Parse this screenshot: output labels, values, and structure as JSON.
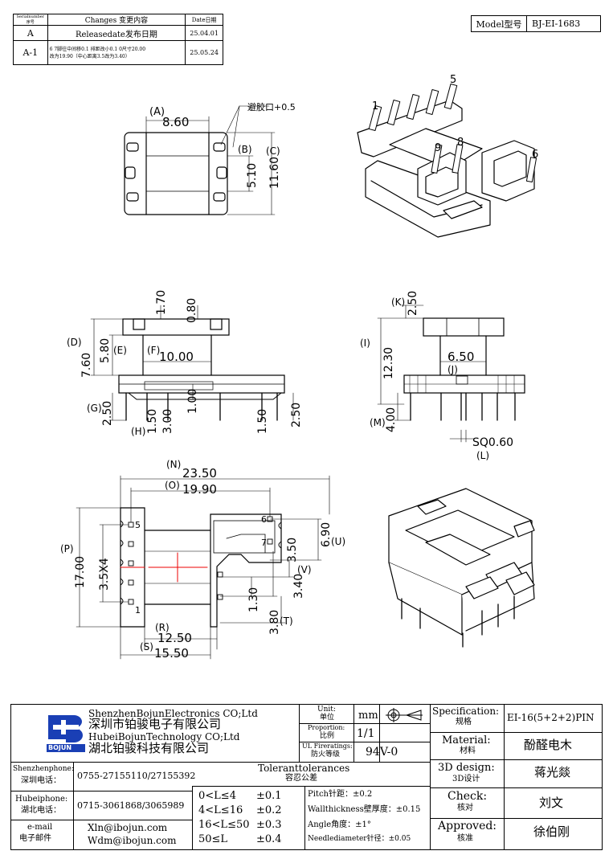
{
  "revision_table": {
    "headers": [
      "Serialnumber序号",
      "Changes 变更内容",
      "Date日期"
    ],
    "rows": [
      {
        "serial": "A",
        "change": "Releasedate发布日期",
        "date": "25.04.01"
      },
      {
        "serial": "A-1",
        "change_line1": "6 7脚往中间移0.1 排距改小0.1 0尺寸20.00",
        "change_line2": "改为19.90（中心距离3.5改为3.40）",
        "date": "25.05.24"
      }
    ]
  },
  "model": {
    "label": "Model型号",
    "value": "BJ-EI-1683"
  },
  "top_view": {
    "dims": {
      "A_label": "(A)",
      "A_value": "8.60",
      "note": "避胶口+0.5",
      "B_label": "(B)",
      "B_value": "5.10",
      "C_label": "(C)",
      "C_value": "11.60"
    }
  },
  "iso_view": {
    "pins": [
      "1",
      "5",
      "9",
      "8",
      "6"
    ]
  },
  "front_view": {
    "dims": {
      "v170": "1.70",
      "v080": "0.80",
      "D": "(D)",
      "v760": "7.60",
      "E": "(E)",
      "v580": "5.80",
      "F": "(F)",
      "v1000": "10.00",
      "G": "(G)",
      "v250a": "2.50",
      "v150a": "1.50",
      "v300": "3.00",
      "v100": "1.00",
      "v150b": "1.50",
      "v250b": "2.50",
      "H": "(H)"
    }
  },
  "side_view": {
    "dims": {
      "K": "(K)",
      "v250": "2.50",
      "I": "(I)",
      "v1230": "12.30",
      "v650": "6.50",
      "J": "(J)",
      "M": "(M)",
      "v400": "4.00",
      "sq": "SQ0.60",
      "L": "(L)"
    }
  },
  "bottom_view": {
    "dims": {
      "N": "(N)",
      "v2350": "23.50",
      "O": "(O)",
      "v1990": "19.90",
      "P": "(P)",
      "v1700": "17.00",
      "v35x4": "3.5X4",
      "pin6": "6",
      "pin7": "7",
      "pin5": "5",
      "pin1": "1",
      "v690": "6.90",
      "U": "(U)",
      "v350": "3.50",
      "V": "(V)",
      "v130": "1.30",
      "v340": "3.40",
      "v380": "3.80",
      "T": "(T)",
      "R": "(R)",
      "v1250": "12.50",
      "S": "(S)",
      "v1550": "15.50"
    }
  },
  "title_block": {
    "company_en1": "ShenzhenBojunElectronics CO;Ltd",
    "company_cn1": "深圳市铂骏电子有限公司",
    "company_en2": "HubeiBojunTechnology CO;Ltd",
    "company_cn2": "湖北铂骏科技有限公司",
    "logo_text": "BOJUN",
    "unit_label": "Unit:",
    "unit_label_cn": "单位",
    "unit_value": "mm",
    "proportion_label": "Proportion:",
    "proportion_label_cn": "比例",
    "proportion_value": "1/1",
    "ul_label": "UL Fireratings:",
    "ul_label_cn": "防火等级",
    "ul_value": "94V-0",
    "spec_label": "Specification:",
    "spec_label_cn": "规格",
    "spec_value": "EI-16(5+2+2)PIN",
    "material_label": "Material:",
    "material_label_cn": "材料",
    "material_value": "酚醛电木",
    "design_label": "3D design:",
    "design_label_cn": "3D设计",
    "design_value": "蒋光燚",
    "check_label": "Check:",
    "check_label_cn": "核对",
    "check_value": "刘文",
    "approved_label": "Approved:",
    "approved_label_cn": "核准",
    "approved_value": "徐伯刚",
    "sz_phone_label": "Shenzhenphone:",
    "sz_phone_label_cn": "深圳电话：",
    "sz_phone": "0755-27155110/27155392",
    "hb_phone_label": "Hubeiphone:",
    "hb_phone_label_cn": "湖北电话：",
    "hb_phone": "0715-3061868/3065989",
    "email_label": "e-mail",
    "email_label_cn": "电子邮件",
    "email1": "Xln@ibojun.com",
    "email2": "Wdm@ibojun.com",
    "tol_title": "Toleranttolerances",
    "tol_title_cn": "容忍公差",
    "tol_rows": [
      {
        "range": "0<L≤4",
        "tol": "±0.1"
      },
      {
        "range": "4<L≤16",
        "tol": "±0.2"
      },
      {
        "range": "16<L≤50",
        "tol": "±0.3"
      },
      {
        "range": "50≤L",
        "tol": "±0.4"
      }
    ],
    "pitch": "Pitch针距：±0.2",
    "wall": "Wallthickness壁厚度：±0.15",
    "angle": "Angle角度：±1°",
    "needle": "Needlediameter针径：±0.05"
  }
}
